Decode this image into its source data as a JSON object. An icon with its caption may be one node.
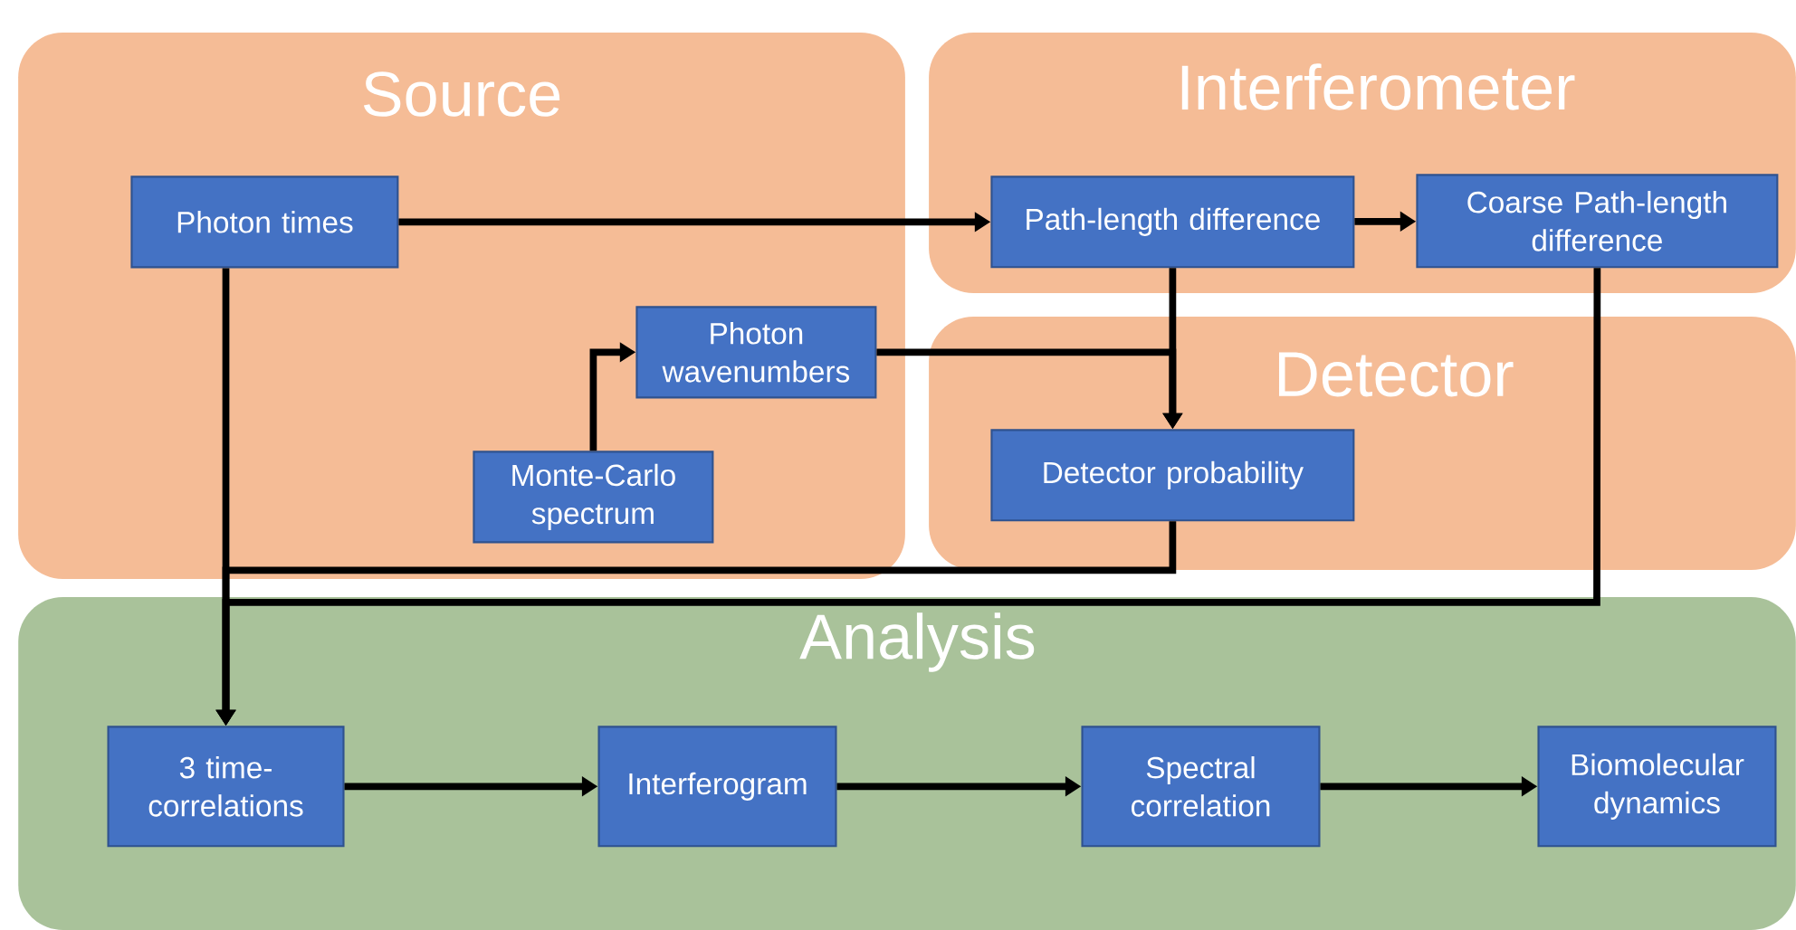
{
  "diagram": {
    "nodes": [
      {
        "text": [
          "Source"
        ]
      },
      {
        "text": [
          "Photon times"
        ],
        "in": 0
      },
      {
        "text": [
          "Photon wavenumbers"
        ],
        "in": 0
      },
      {
        "text": [
          "Monte-Carlo spectrum"
        ],
        "in": 0
      },
      {
        "text": [
          "Interferometer"
        ]
      },
      {
        "text": [
          "Path-length difference"
        ],
        "in": 4
      },
      {
        "text": [
          "Coarse Path-length difference"
        ],
        "in": 4
      },
      {
        "text": [
          "Detector"
        ]
      },
      {
        "text": [
          "Detector probability"
        ],
        "in": 7
      },
      {
        "text": [
          "Analysis"
        ]
      },
      {
        "text": [
          "3 time-correlations"
        ],
        "in": 9
      },
      {
        "text": [
          "Interferogram"
        ],
        "in": 9
      },
      {
        "text": [
          "Spectral correlation"
        ],
        "in": 9
      },
      {
        "text": [
          "Biomolecular dynamics"
        ],
        "in": 9
      }
    ],
    "edges": [
      {
        "from": 1,
        "to": 5,
        "arrow": "to"
      },
      {
        "from": 5,
        "to": 6,
        "arrow": "to"
      },
      {
        "from": 5,
        "to": 8,
        "arrow": "to"
      },
      {
        "from": 2,
        "to": 8,
        "arrow": "to"
      },
      {
        "from": 3,
        "to": 2,
        "arrow": "to"
      },
      {
        "from": 1,
        "to": 10,
        "arrow": "to"
      },
      {
        "from": 8,
        "to": 10,
        "arrow": "to"
      },
      {
        "from": 6,
        "to": 10,
        "arrow": "to"
      },
      {
        "from": 10,
        "to": 11,
        "arrow": "to"
      },
      {
        "from": 11,
        "to": 12,
        "arrow": "to"
      },
      {
        "from": 12,
        "to": 13,
        "arrow": "to"
      }
    ]
  }
}
